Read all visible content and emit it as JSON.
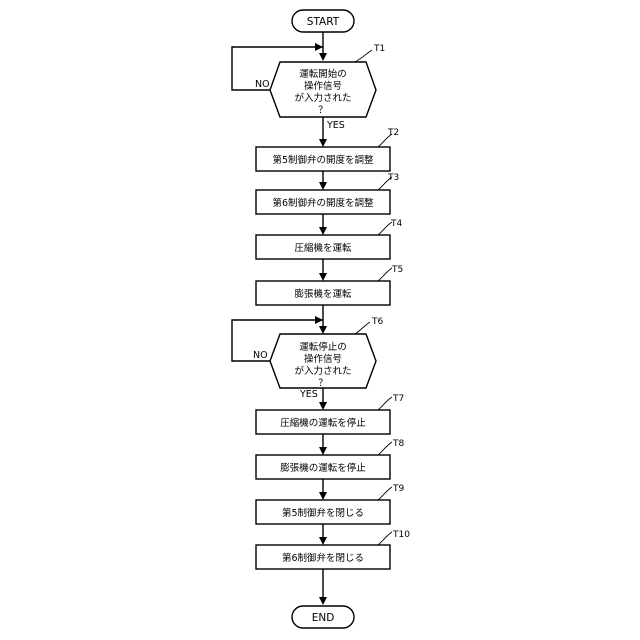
{
  "flowchart": {
    "start": "START",
    "end": "END",
    "yes": "YES",
    "no": "NO",
    "decision1": {
      "tag": "T1",
      "lines": [
        "運転開始の",
        "操作信号",
        "が入力された",
        "？"
      ]
    },
    "steps": [
      {
        "tag": "T2",
        "text": "第5制御弁の開度を調整"
      },
      {
        "tag": "T3",
        "text": "第6制御弁の開度を調整"
      },
      {
        "tag": "T4",
        "text": "圧縮機を運転"
      },
      {
        "tag": "T5",
        "text": "膨張機を運転"
      }
    ],
    "decision2": {
      "tag": "T6",
      "lines": [
        "運転停止の",
        "操作信号",
        "が入力された",
        "？"
      ]
    },
    "steps2": [
      {
        "tag": "T7",
        "text": "圧縮機の運転を停止"
      },
      {
        "tag": "T8",
        "text": "膨張機の運転を停止"
      },
      {
        "tag": "T9",
        "text": "第5制御弁を閉じる"
      },
      {
        "tag": "T10",
        "text": "第6制御弁を閉じる"
      }
    ]
  }
}
